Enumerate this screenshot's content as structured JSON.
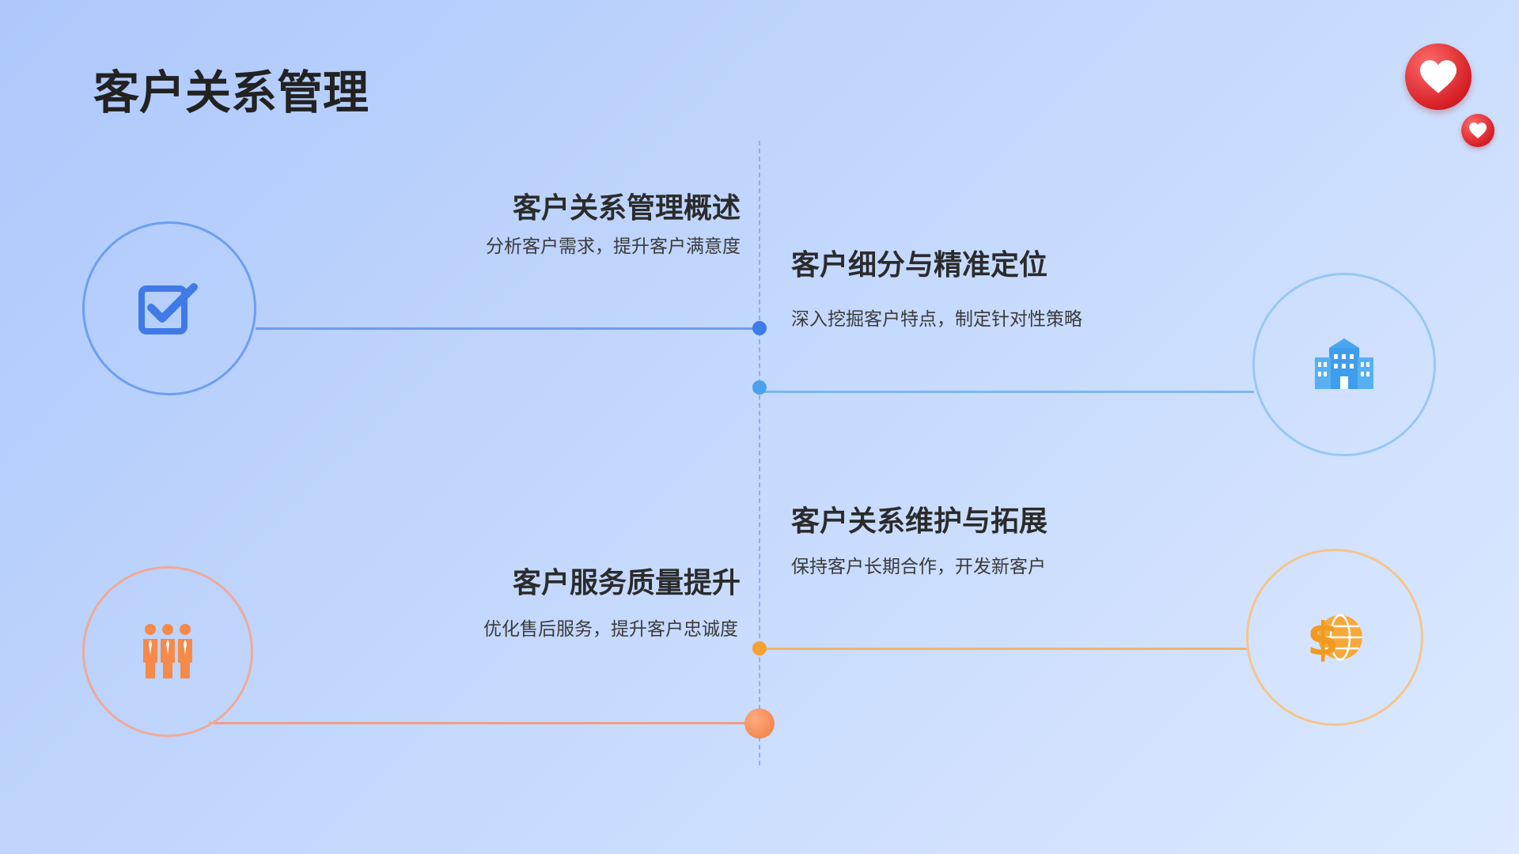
{
  "title": "客户关系管理",
  "items": [
    {
      "title": "客户关系管理概述",
      "desc": "分析客户需求，提升客户满意度",
      "icon": "checkbox-icon",
      "color": "#4a86e8"
    },
    {
      "title": "客户细分与精准定位",
      "desc": "深入挖掘客户特点，制定针对性策略",
      "icon": "building-icon",
      "color": "#4aa3ef"
    },
    {
      "title": "客户关系维护与拓展",
      "desc": "保持客户长期合作，开发新客户",
      "icon": "dollar-globe-icon",
      "color": "#f5a33a"
    },
    {
      "title": "客户服务质量提升",
      "desc": "优化售后服务，提升客户忠诚度",
      "icon": "team-icon",
      "color": "#f58a4a"
    }
  ],
  "decor_icon": "heart-icon"
}
